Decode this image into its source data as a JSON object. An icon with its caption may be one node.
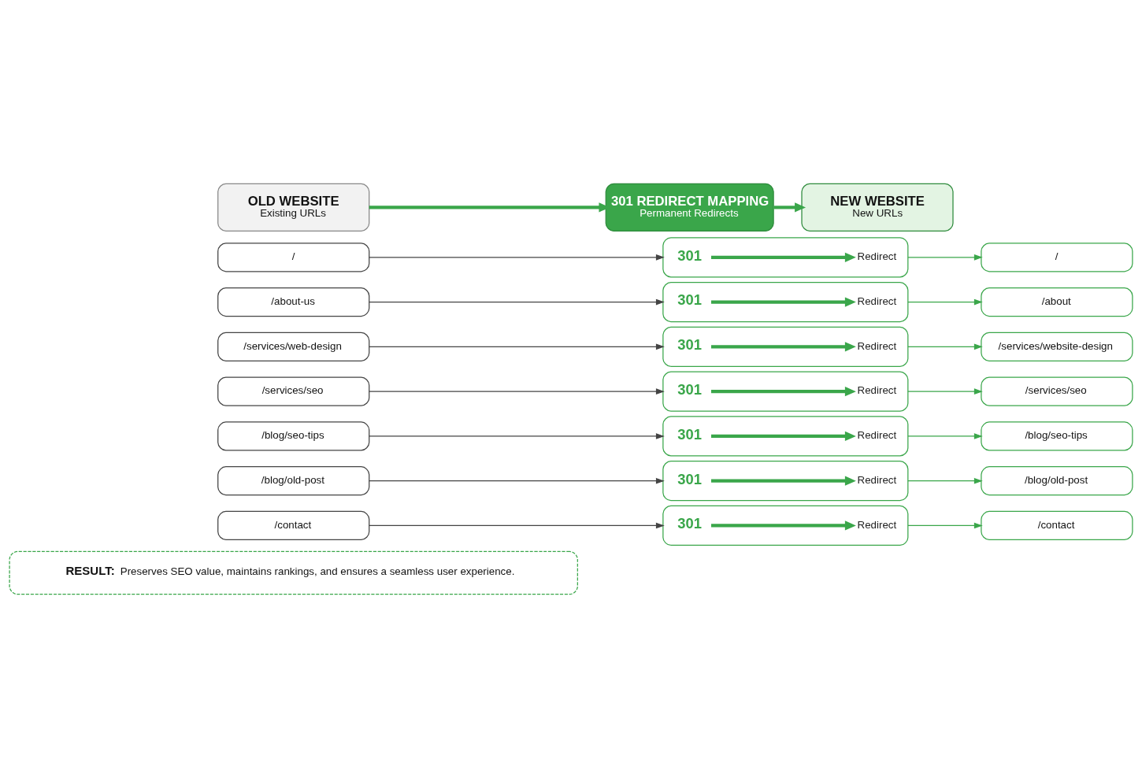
{
  "diagram": {
    "nodes": [
      {
        "text": [
          "OLD WEBSITE",
          "Existing URLs"
        ]
      },
      {
        "text": [
          "301 REDIRECT MAPPING",
          "Permanent Redirects"
        ]
      },
      {
        "text": [
          "NEW WEBSITE",
          "New URLs"
        ]
      },
      {
        "text": [
          "/"
        ]
      },
      {
        "text": [],
        "shape": "box"
      },
      {
        "text": [
          "301"
        ],
        "in": 4
      },
      {
        "text": [
          "Redirect"
        ],
        "in": 4
      },
      {
        "text": [
          "/"
        ]
      },
      {
        "text": [
          "/about-us"
        ]
      },
      {
        "text": [],
        "shape": "box"
      },
      {
        "text": [
          "301"
        ],
        "in": 9
      },
      {
        "text": [
          "Redirect"
        ],
        "in": 9
      },
      {
        "text": [
          "/about"
        ]
      },
      {
        "text": [
          "/services/web-design"
        ]
      },
      {
        "text": [],
        "shape": "box"
      },
      {
        "text": [
          "301"
        ],
        "in": 14
      },
      {
        "text": [
          "Redirect"
        ],
        "in": 14
      },
      {
        "text": [
          "/services/website-design"
        ]
      },
      {
        "text": [
          "/services/seo"
        ]
      },
      {
        "text": [],
        "shape": "box"
      },
      {
        "text": [
          "301"
        ],
        "in": 19
      },
      {
        "text": [
          "Redirect"
        ],
        "in": 19
      },
      {
        "text": [
          "/services/seo"
        ]
      },
      {
        "text": [
          "/blog/seo-tips"
        ]
      },
      {
        "text": [],
        "shape": "box"
      },
      {
        "text": [
          "301"
        ],
        "in": 24
      },
      {
        "text": [
          "Redirect"
        ],
        "in": 24
      },
      {
        "text": [
          "/blog/seo-tips"
        ]
      },
      {
        "text": [
          "/blog/old-post"
        ]
      },
      {
        "text": [],
        "shape": "box"
      },
      {
        "text": [
          "301"
        ],
        "in": 29
      },
      {
        "text": [
          "Redirect"
        ],
        "in": 29
      },
      {
        "text": [
          "/blog/old-post"
        ]
      },
      {
        "text": [
          "/contact"
        ]
      },
      {
        "text": [],
        "shape": "box"
      },
      {
        "text": [
          "301"
        ],
        "in": 34
      },
      {
        "text": [
          "Redirect"
        ],
        "in": 34
      },
      {
        "text": [
          "/contact"
        ]
      },
      {
        "text": [
          "RESULT:",
          "Preserves SEO value, maintains rankings, and ensures a seamless user experience."
        ]
      }
    ],
    "edges": [
      {
        "from": 0,
        "to": 1,
        "arrow": "to",
        "style": "thick"
      },
      {
        "from": 1,
        "to": 2,
        "arrow": "to",
        "style": "thick"
      },
      {
        "from": 3,
        "to": 4,
        "arrow": "to",
        "color": "#444444"
      },
      {
        "from": 5,
        "to": 6,
        "arrow": "to",
        "style": "thick"
      },
      {
        "from": 4,
        "to": 7,
        "arrow": "to"
      },
      {
        "from": 8,
        "to": 9,
        "arrow": "to",
        "color": "#444444"
      },
      {
        "from": 10,
        "to": 11,
        "arrow": "to",
        "style": "thick"
      },
      {
        "from": 9,
        "to": 12,
        "arrow": "to"
      },
      {
        "from": 13,
        "to": 14,
        "arrow": "to",
        "color": "#444444"
      },
      {
        "from": 15,
        "to": 16,
        "arrow": "to",
        "style": "thick"
      },
      {
        "from": 14,
        "to": 17,
        "arrow": "to"
      },
      {
        "from": 18,
        "to": 19,
        "arrow": "to",
        "color": "#444444"
      },
      {
        "from": 20,
        "to": 21,
        "arrow": "to",
        "style": "thick"
      },
      {
        "from": 19,
        "to": 22,
        "arrow": "to"
      },
      {
        "from": 23,
        "to": 24,
        "arrow": "to",
        "color": "#444444"
      },
      {
        "from": 25,
        "to": 26,
        "arrow": "to",
        "style": "thick"
      },
      {
        "from": 24,
        "to": 27,
        "arrow": "to"
      },
      {
        "from": 28,
        "to": 29,
        "arrow": "to",
        "color": "#444444"
      },
      {
        "from": 30,
        "to": 31,
        "arrow": "to",
        "style": "thick"
      },
      {
        "from": 29,
        "to": 32,
        "arrow": "to"
      },
      {
        "from": 33,
        "to": 34,
        "arrow": "to",
        "color": "#444444"
      },
      {
        "from": 35,
        "to": 36,
        "arrow": "to",
        "style": "thick"
      },
      {
        "from": 34,
        "to": 37,
        "arrow": "to"
      }
    ]
  }
}
